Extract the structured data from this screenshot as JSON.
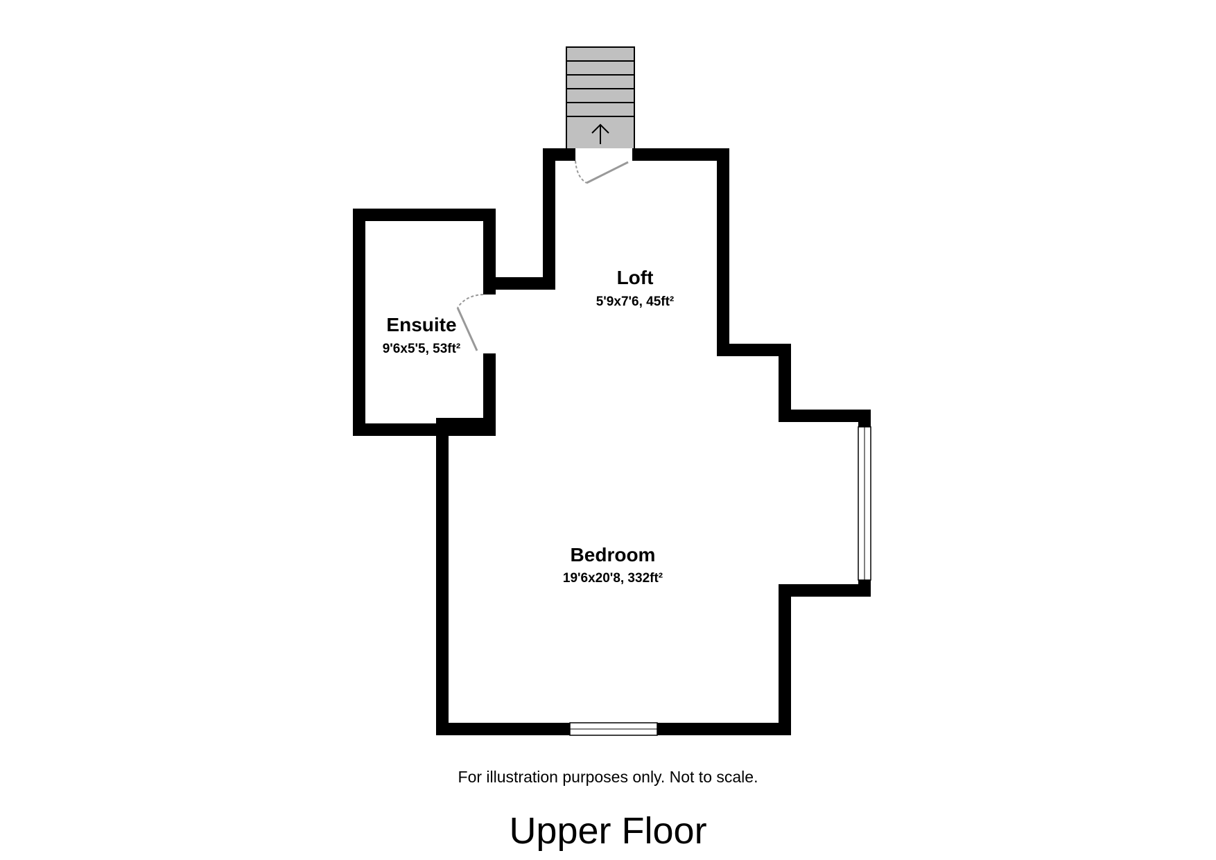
{
  "rooms": {
    "loft": {
      "name": "Loft",
      "dimensions": "5'9x7'6, 45ft²"
    },
    "ensuite": {
      "name": "Ensuite",
      "dimensions": "9'6x5'5, 53ft²"
    },
    "bedroom": {
      "name": "Bedroom",
      "dimensions": "19'6x20'8, 332ft²"
    }
  },
  "disclaimer": "For illustration purposes only. Not to scale.",
  "floor_title": "Upper Floor",
  "colors": {
    "wall": "#000000",
    "stairs": "#c0c0c0",
    "door_swing": "#999999"
  },
  "icons": {
    "stairs_direction": "arrow-up-icon"
  }
}
